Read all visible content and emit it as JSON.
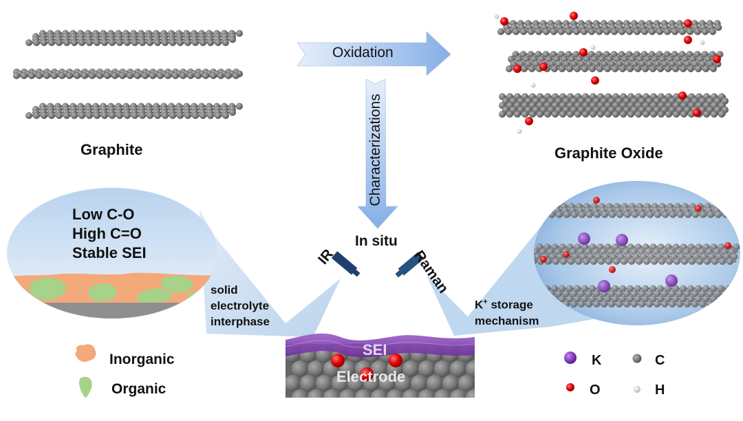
{
  "diagram": {
    "graphite": {
      "label": "Graphite",
      "layers": 3
    },
    "graphite_oxide": {
      "label": "Graphite Oxide",
      "layers": 3
    },
    "oxidation_arrow": {
      "label": "Oxidation"
    },
    "characterization_arrow": {
      "label": "Characterizations"
    },
    "in_situ": {
      "label": "In situ",
      "left_probe": "IR",
      "right_probe": "Raman"
    },
    "sei_inset": {
      "lines": [
        "Low C-O",
        "High C=O",
        "Stable SEI"
      ],
      "caption_lines": [
        "solid",
        "electrolyte",
        "interphase"
      ]
    },
    "storage_inset": {
      "caption_line1_main": "K",
      "caption_line1_sup": "+",
      "caption_line1_rest": " storage",
      "caption_line2": "mechanism"
    },
    "electrode_block": {
      "sei_label": "SEI",
      "electrode_label": "Electrode"
    },
    "legend_sei": [
      {
        "label": "Inorganic",
        "color": "#f4a97a",
        "icon": "inorganic-blob-icon"
      },
      {
        "label": "Organic",
        "color": "#a6d28a",
        "icon": "organic-blob-icon"
      }
    ],
    "legend_atoms": [
      {
        "label": "K",
        "color": "#8a3fc0",
        "icon": "potassium-atom-icon"
      },
      {
        "label": "C",
        "color": "#7a7a7a",
        "icon": "carbon-atom-icon"
      },
      {
        "label": "O",
        "color": "#e01010",
        "icon": "oxygen-atom-icon"
      },
      {
        "label": "H",
        "color": "#f2f2f2",
        "icon": "hydrogen-atom-icon"
      }
    ],
    "colors": {
      "arrow_blue": "#8fb4e6",
      "sei_purple": "#7a3fa8",
      "probe_navy": "#1f3f6e",
      "inset_blue": "#c7dcf0"
    }
  }
}
